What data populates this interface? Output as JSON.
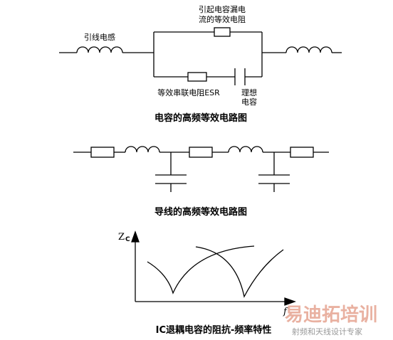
{
  "top_circuit": {
    "lead_inductance_label": "引线电感",
    "leakage_label_line1": "引起电容漏电",
    "leakage_label_line2": "流的等效电阻",
    "esr_label": "等效串联电阻ESR",
    "ideal_cap_line1": "理想",
    "ideal_cap_line2": "电容",
    "caption": "电容的高频等效电路图"
  },
  "middle_circuit": {
    "caption": "导线的高频等效电路图"
  },
  "impedance_plot": {
    "y_axis_label": "Z",
    "y_axis_subscript": "C",
    "x_axis_label": "f",
    "caption": "IC退耦电容的阻抗-频率特性"
  },
  "watermark": {
    "big_text": "易迪拓培训",
    "small_text": "射频和天线设计专家",
    "color": "#e9b1a1"
  }
}
